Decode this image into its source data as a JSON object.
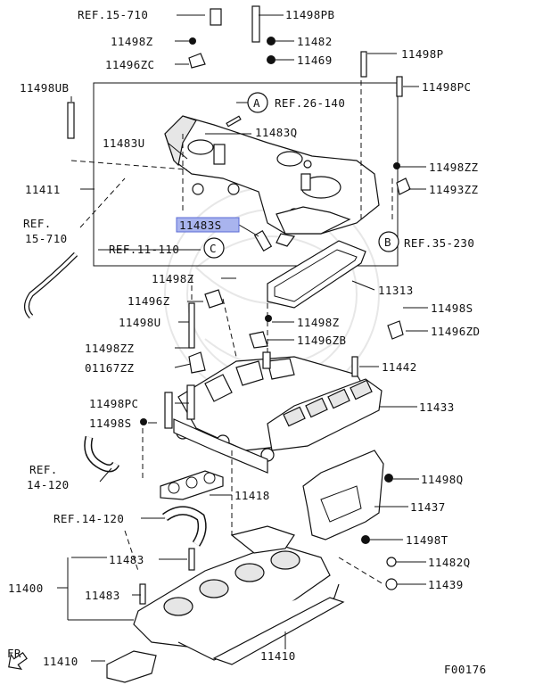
{
  "diagram": {
    "figure_id": "F00176",
    "orientation": "FR",
    "highlighted": "11483S",
    "callouts": [
      {
        "id": "A",
        "text": "REF.26-140"
      },
      {
        "id": "B",
        "text": "REF.35-230"
      },
      {
        "id": "C",
        "text": "REF.11-110"
      }
    ],
    "labels": {
      "l01": "REF.15-710",
      "l02": "11498PB",
      "l03": "11498Z",
      "l04": "11482",
      "l05": "11496ZC",
      "l06": "11469",
      "l07": "11498P",
      "l08": "11498UB",
      "l09": "11498PC",
      "l10": "REF.26-140",
      "l11": "11483U",
      "l12": "11483Q",
      "l13": "11411",
      "l14": "11498ZZ",
      "l15": "11493ZZ",
      "l16": "11483S",
      "l17": "REF.",
      "l18": "15-710",
      "l19": "REF.11-110",
      "l20": "REF.35-230",
      "l21": "11498Z",
      "l22": "11313",
      "l23": "11496Z",
      "l24": "11498S",
      "l25": "11498U",
      "l26": "11498Z",
      "l27": "11496ZD",
      "l28": "11498ZZ",
      "l29": "11496ZB",
      "l30": "01167ZZ",
      "l31": "11442",
      "l32": "11498PC",
      "l33": "11433",
      "l34": "11498S",
      "l35": "REF.",
      "l36": "14-120",
      "l37": "11498Q",
      "l38": "11418",
      "l39": "11437",
      "l40": "REF.14-120",
      "l41": "11498T",
      "l42": "11483",
      "l43": "11482Q",
      "l44": "11400",
      "l45": "11483",
      "l46": "11439",
      "l47": "11410",
      "l48": "11410",
      "l49": "FR",
      "l50": "F00176"
    }
  }
}
